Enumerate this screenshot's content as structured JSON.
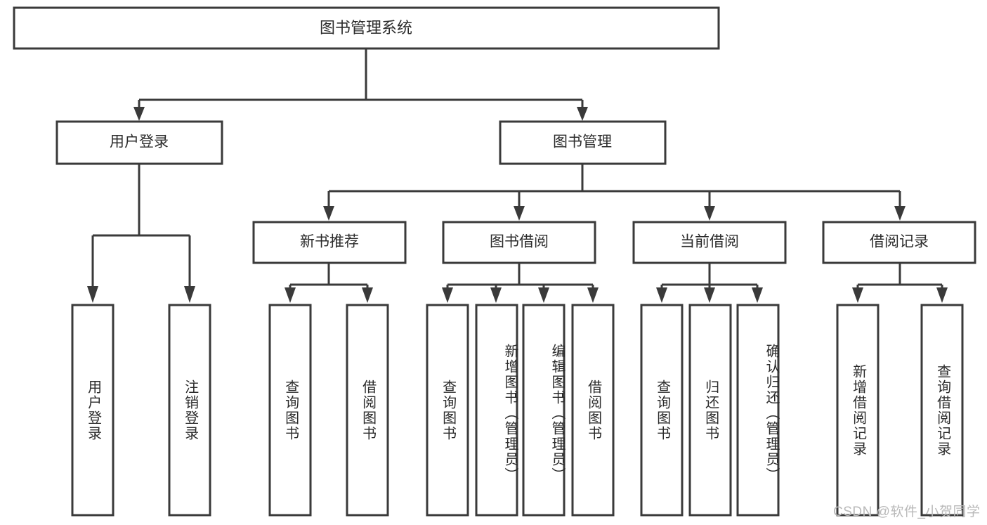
{
  "diagram": {
    "title": "图书管理系统",
    "type": "tree",
    "root": {
      "id": "root",
      "label": "图书管理系统",
      "orientation": "horizontal"
    },
    "level2": [
      {
        "id": "user-login",
        "label": "用户登录",
        "orientation": "horizontal"
      },
      {
        "id": "book-management",
        "label": "图书管理",
        "orientation": "horizontal"
      }
    ],
    "level3": [
      {
        "id": "new-book-recommend",
        "label": "新书推荐",
        "parent": "book-management",
        "orientation": "horizontal"
      },
      {
        "id": "book-borrow",
        "label": "图书借阅",
        "parent": "book-management",
        "orientation": "horizontal"
      },
      {
        "id": "current-borrow",
        "label": "当前借阅",
        "parent": "book-management",
        "orientation": "horizontal"
      },
      {
        "id": "borrow-record",
        "label": "借阅记录",
        "parent": "book-management",
        "orientation": "horizontal"
      }
    ],
    "leaves": [
      {
        "id": "leaf-user-login",
        "label": "用户登录",
        "parent": "user-login",
        "orientation": "vertical"
      },
      {
        "id": "leaf-logout",
        "label": "注销登录",
        "parent": "user-login",
        "orientation": "vertical"
      },
      {
        "id": "leaf-query-book-1",
        "label": "查询图书",
        "parent": "new-book-recommend",
        "orientation": "vertical"
      },
      {
        "id": "leaf-borrow-book-1",
        "label": "借阅图书",
        "parent": "new-book-recommend",
        "orientation": "vertical"
      },
      {
        "id": "leaf-query-book-2",
        "label": "查询图书",
        "parent": "book-borrow",
        "orientation": "vertical"
      },
      {
        "id": "leaf-add-book",
        "label": "新增图书（管理员）",
        "parent": "book-borrow",
        "orientation": "vertical"
      },
      {
        "id": "leaf-edit-book",
        "label": "编辑图书（管理员）",
        "parent": "book-borrow",
        "orientation": "vertical"
      },
      {
        "id": "leaf-borrow-book-2",
        "label": "借阅图书",
        "parent": "book-borrow",
        "orientation": "vertical"
      },
      {
        "id": "leaf-query-book-3",
        "label": "查询图书",
        "parent": "current-borrow",
        "orientation": "vertical"
      },
      {
        "id": "leaf-return-book",
        "label": "归还图书",
        "parent": "current-borrow",
        "orientation": "vertical"
      },
      {
        "id": "leaf-confirm-return",
        "label": "确认归还（管理员）",
        "parent": "current-borrow",
        "orientation": "vertical"
      },
      {
        "id": "leaf-add-record",
        "label": "新增借阅记录",
        "parent": "borrow-record",
        "orientation": "vertical"
      },
      {
        "id": "leaf-query-record",
        "label": "查询借阅记录",
        "parent": "borrow-record",
        "orientation": "vertical"
      }
    ],
    "colors": {
      "stroke": "#3a3a3a",
      "fill": "#ffffff",
      "text": "#2b2b2b",
      "watermark": "#b9b9b9",
      "background": "#ffffff"
    }
  },
  "watermark": {
    "text": "CSDN @软件_小贺同学"
  }
}
